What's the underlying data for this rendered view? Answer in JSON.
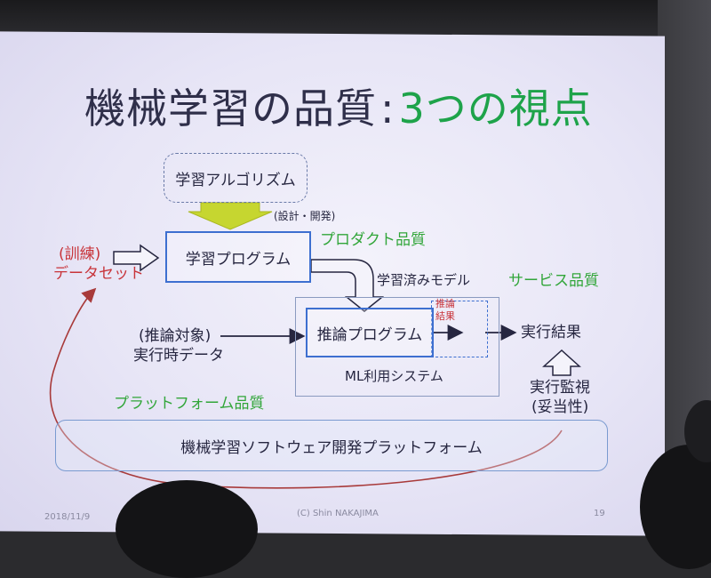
{
  "slide": {
    "title_main": "機械学習の品質",
    "title_colon": ":",
    "title_sub": "3つの視点",
    "algorithm_label": "学習アルゴリズム",
    "design_dev_label": "(設計・開発)",
    "training_label_1": "(訓練)",
    "training_label_2": "データセット",
    "learning_program_label": "学習プログラム",
    "product_quality_label": "プロダクト品質",
    "trained_model_label": "学習済みモデル",
    "service_quality_label": "サービス品質",
    "inference_input_label_1": "(推論対象)",
    "inference_input_label_2": "実行時データ",
    "inference_program_label": "推論プログラム",
    "inference_result_small_1": "推論",
    "inference_result_small_2": "結果",
    "execution_result_label": "実行結果",
    "ml_system_label": "ML利用システム",
    "monitoring_label_1": "実行監視",
    "monitoring_label_2": "(妥当性)",
    "platform_quality_label": "プラットフォーム品質",
    "platform_label": "機械学習ソフトウェア開発プラットフォーム",
    "footer_date": "2018/11/9",
    "footer_author": "(C) Shin NAKAJIMA",
    "footer_page": "19"
  },
  "colors": {
    "title": "#2f2f4a",
    "accent_green": "#1ea34a",
    "accent_red": "#c8343a",
    "box_blue": "#3d6fd0",
    "arrow_yellow": "#c6d630"
  }
}
